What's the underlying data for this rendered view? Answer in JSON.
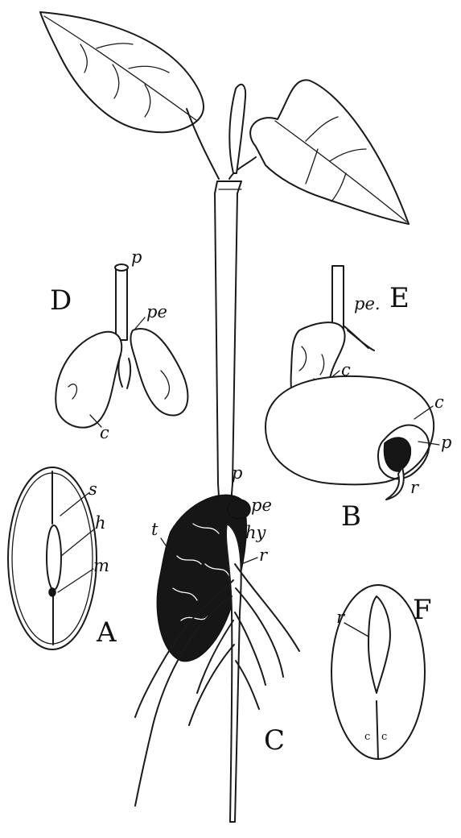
{
  "figures": {
    "A": "A",
    "B": "B",
    "C": "C",
    "D": "D",
    "E": "E",
    "F": "F"
  },
  "labels": {
    "s": "s",
    "h": "h",
    "m": "m",
    "t": "t",
    "p_main": "p",
    "pe_main": "pe",
    "hy": "hy",
    "r_main": "r",
    "p_d": "p",
    "pe_d": "pe",
    "c_d": "c",
    "pe_e": "pe.",
    "c_e": "c",
    "c_b": "c",
    "p_b": "p",
    "r_b": "r",
    "r_f": "r",
    "c_f1": "c",
    "c_f2": "c"
  }
}
